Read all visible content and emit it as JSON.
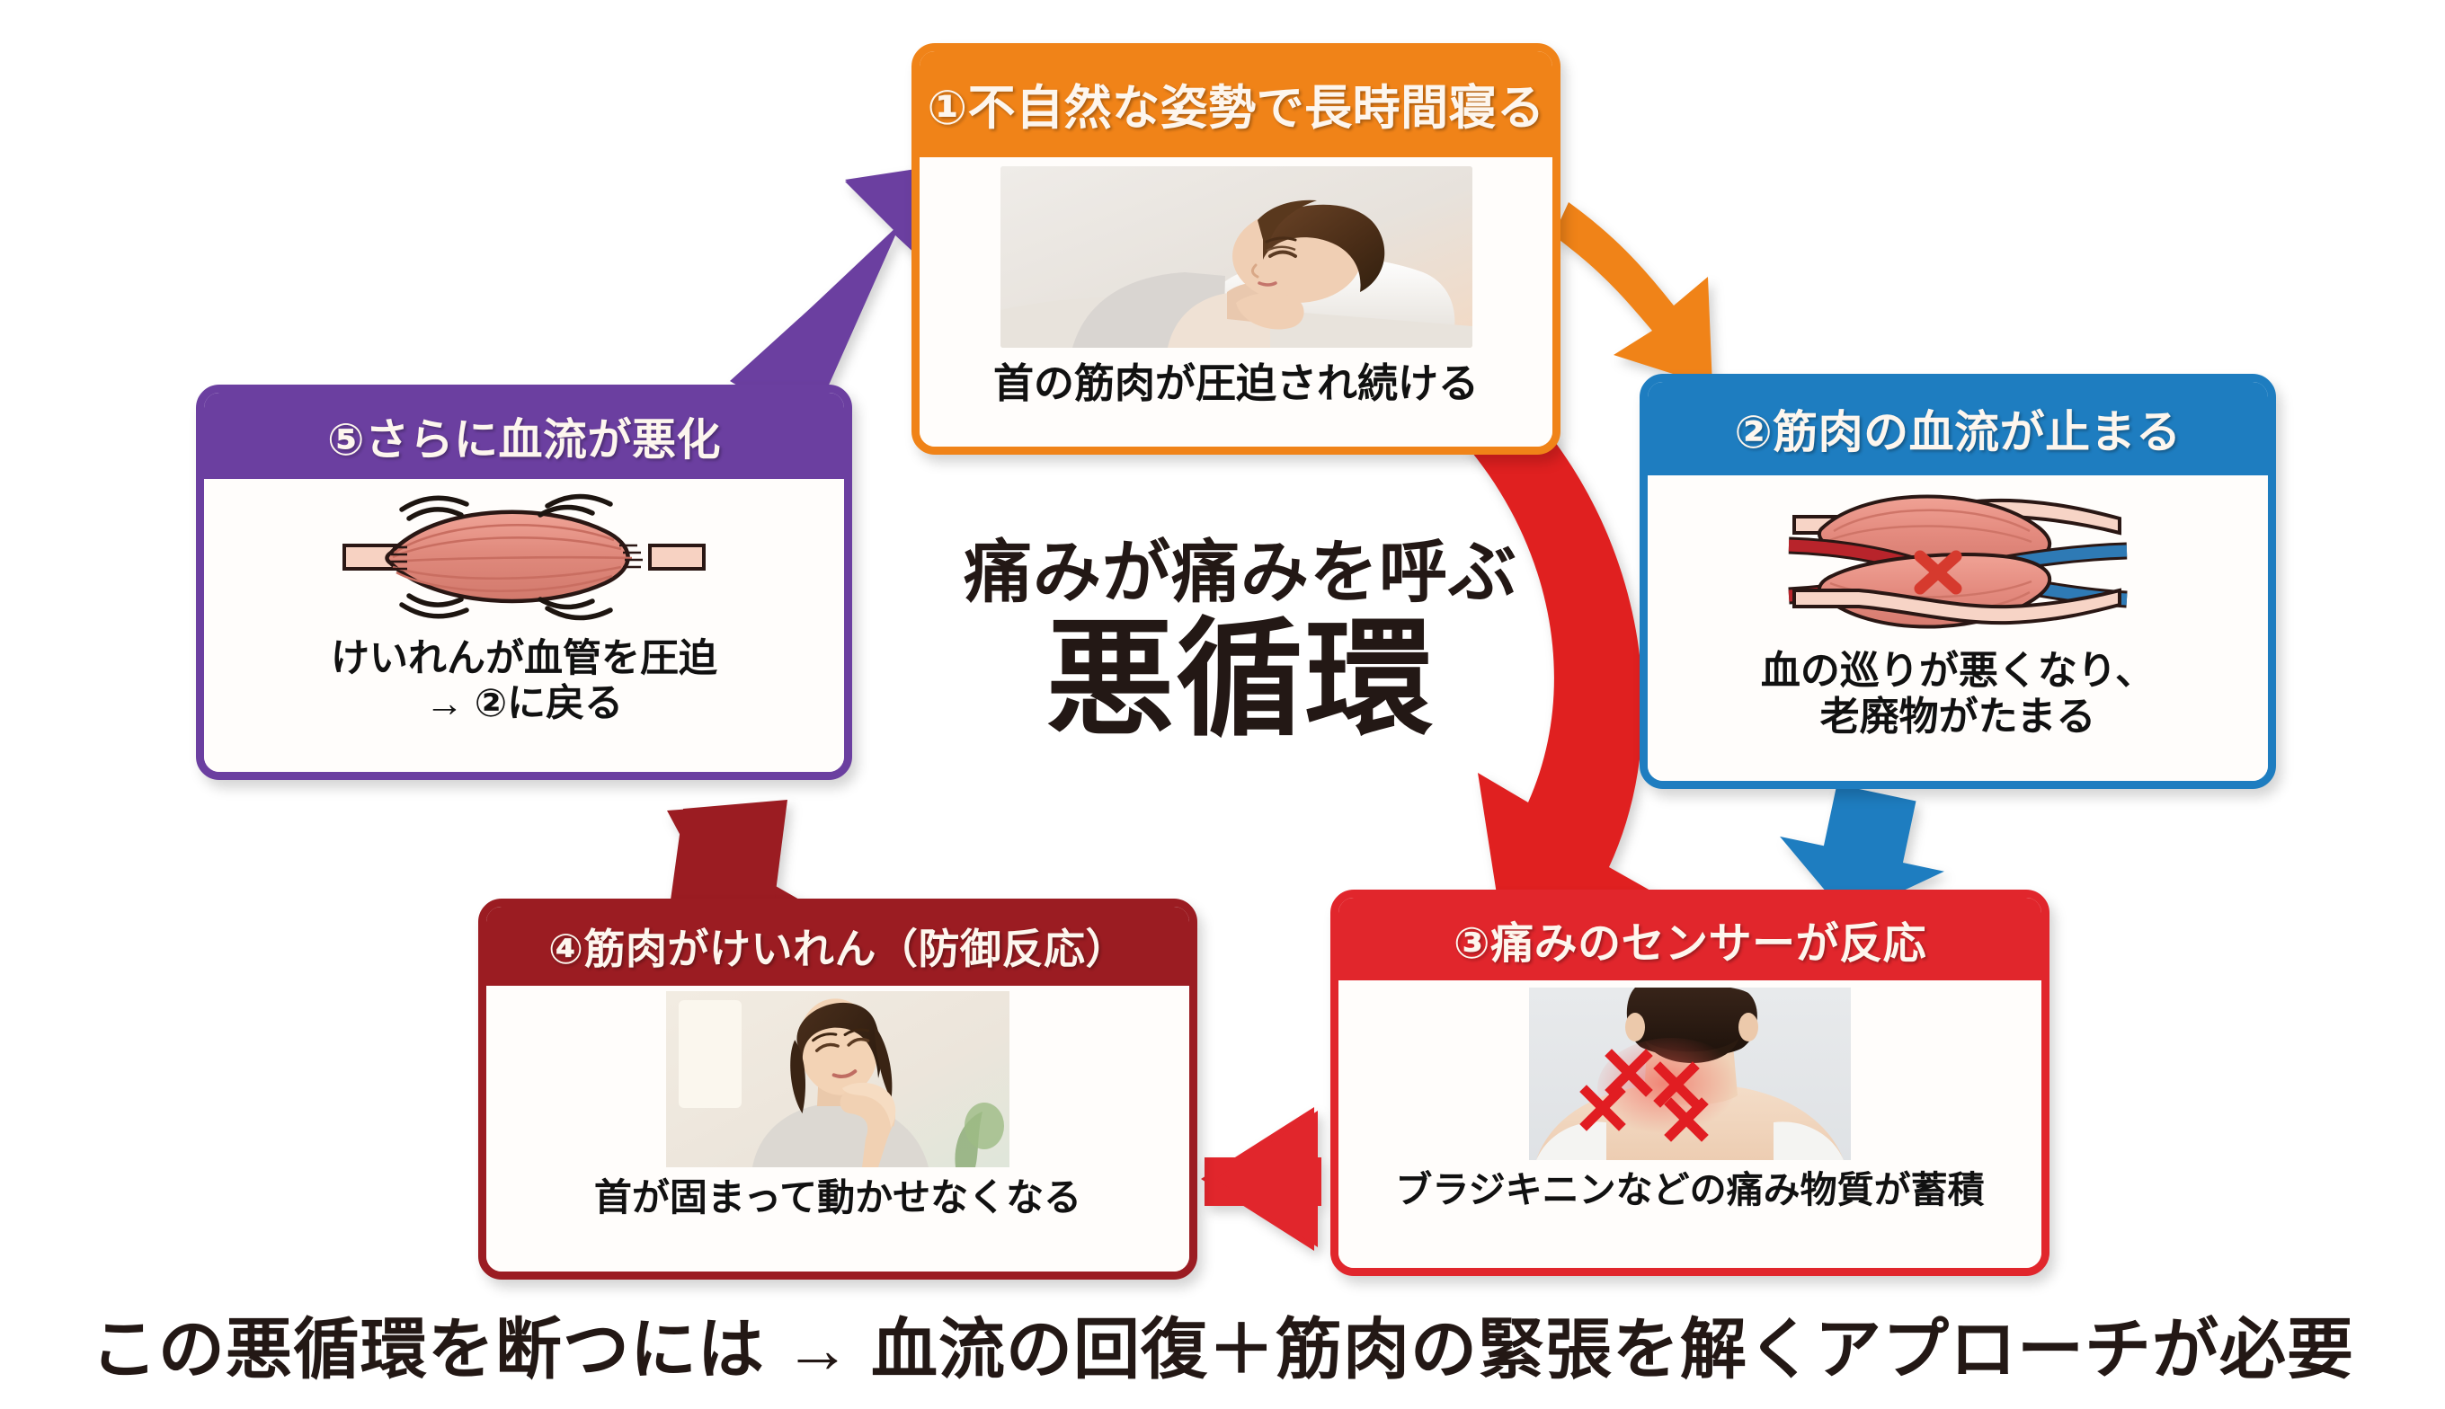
{
  "title_center": {
    "line1": "痛みが痛みを呼ぶ",
    "line2": "悪循環"
  },
  "bottom_message": "この悪循環を断つには → 血流の回復＋筋肉の緊張を解くアプローチが必要",
  "colors": {
    "step1": "#F08318",
    "step2": "#1E7DC0",
    "step3": "#E1262C",
    "step4": "#9B1C22",
    "step5": "#6B3FA0",
    "text_dark": "#231815",
    "page_bg": "#FFFFFF"
  },
  "steps": [
    {
      "id": "step-1",
      "number": "①",
      "header": "①不自然な姿勢で長時間寝る",
      "caption": "首の筋肉が圧迫され続ける",
      "color": "#F08318",
      "visual": "photo-woman-sleeping-on-pillow"
    },
    {
      "id": "step-2",
      "number": "②",
      "header": "②筋肉の血流が止まる",
      "caption": "血の巡りが悪くなり、\n老廃物がたまる",
      "color": "#1E7DC0",
      "visual": "illustration-muscle-compressing-blood-vessel"
    },
    {
      "id": "step-3",
      "number": "③",
      "header": "③痛みのセンサーが反応",
      "caption": "ブラジキニンなどの痛み物質が蓄積",
      "color": "#E1262C",
      "visual": "photo-neck-back-with-red-x-pain-marks"
    },
    {
      "id": "step-4",
      "number": "④",
      "header": "④筋肉がけいれん（防御反応）",
      "caption": "首が固まって動かせなくなる",
      "color": "#9B1C22",
      "visual": "photo-woman-holding-stiff-neck"
    },
    {
      "id": "step-5",
      "number": "⑤",
      "header": "⑤さらに血流が悪化",
      "caption": "けいれんが血管を圧迫\n→ ②に戻る",
      "color": "#6B3FA0",
      "visual": "illustration-cramping-muscle-with-vibration-lines"
    }
  ],
  "arrows": [
    {
      "id": "arrow-1-to-2",
      "from": "①",
      "to": "②",
      "color": "#F08318",
      "shape": "curved-down-right"
    },
    {
      "id": "arrow-1-to-3",
      "from": "①",
      "to": "③",
      "color": "#E02020",
      "shape": "large-curve-down"
    },
    {
      "id": "arrow-2-to-3",
      "from": "②",
      "to": "③",
      "color": "#1E7DC0",
      "shape": "short-down-left"
    },
    {
      "id": "arrow-3-to-4",
      "from": "③",
      "to": "④",
      "color": "#E1262C",
      "shape": "straight-left"
    },
    {
      "id": "arrow-4-to-5",
      "from": "④",
      "to": "⑤",
      "color": "#9B1C22",
      "shape": "diagonal-up-left"
    },
    {
      "id": "arrow-5-to-1",
      "from": "⑤",
      "to": "①",
      "color": "#6B3FA0",
      "shape": "diagonal-up-right"
    }
  ]
}
